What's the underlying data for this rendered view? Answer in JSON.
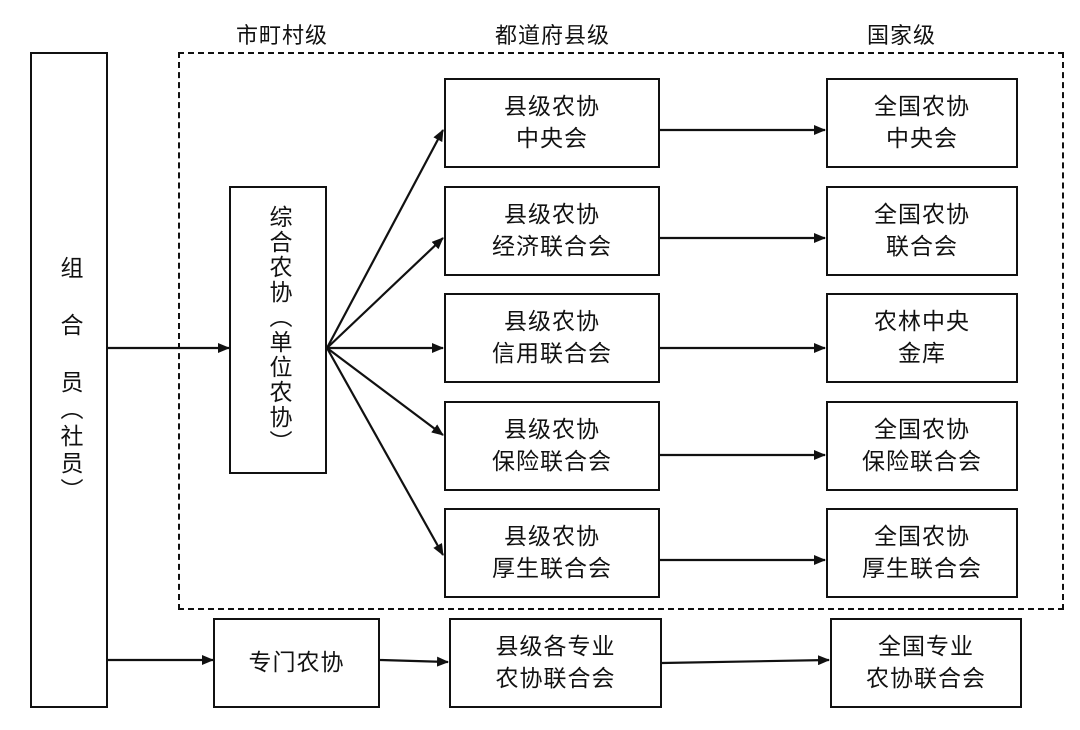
{
  "headers": {
    "municipal": "市町村级",
    "prefectural": "都道府县级",
    "national": "国家级"
  },
  "member": "组 合 员（社员）",
  "comprehensive": "综合农协（单位农协）",
  "county": [
    "县级农协\n中央会",
    "县级农协\n经济联合会",
    "县级农协\n信用联合会",
    "县级农协\n保险联合会",
    "县级农协\n厚生联合会"
  ],
  "national": [
    "全国农协\n中央会",
    "全国农协\n联合会",
    "农林中央\n金库",
    "全国农协\n保险联合会",
    "全国农协\n厚生联合会"
  ],
  "specialized": {
    "municipal": "专门农协",
    "county": "县级各专业\n农协联合会",
    "national": "全国专业\n农协联合会"
  }
}
